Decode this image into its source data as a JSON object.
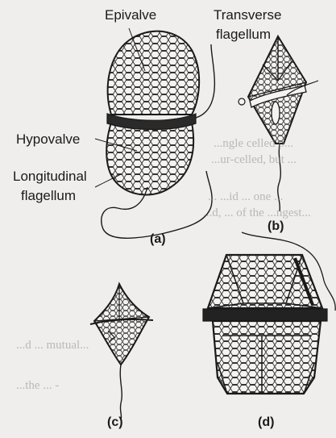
{
  "labels": {
    "epivalve": "Epivalve",
    "transverse_line1": "Transverse",
    "transverse_line2": "flagellum",
    "hypovalve": "Hypovalve",
    "longitudinal_line1": "Longitudinal",
    "longitudinal_line2": "flagellum"
  },
  "captions": {
    "a": "(a)",
    "b": "(b)",
    "c": "(c)",
    "d": "(d)"
  },
  "bleed_text": [
    "...ngle celled p...",
    "...ur-celled, but ...",
    "... ...id ... one ...",
    "...d, ... of the ...ngest...",
    "...d ... mutual...",
    "...the ... -"
  ],
  "colors": {
    "background": "#efeeec",
    "ink": "#1a1a1a",
    "bleed_ink": "#8e8c88"
  }
}
